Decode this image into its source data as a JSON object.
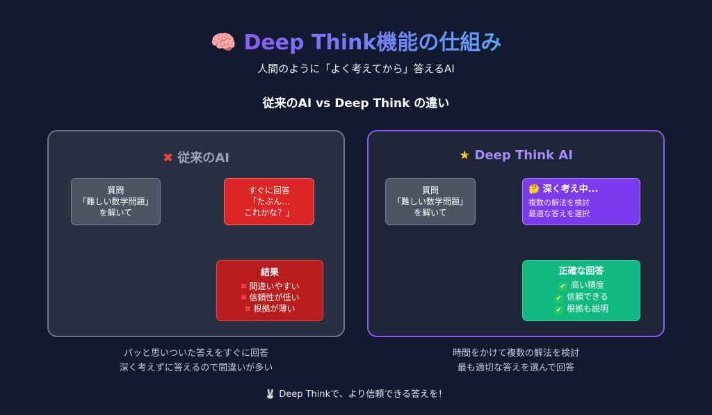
{
  "header": {
    "title_icon": "brain-icon",
    "title": "Deep Think機能の仕組み",
    "subtitle": "人間のように「よく考えてから」答えるAI",
    "section_title": "従来のAI vs Deep Think の違い"
  },
  "left_panel": {
    "icon": "cross-icon",
    "title": "従来のAI",
    "question": [
      "質問",
      "「難しい数学問題」",
      "を解いて"
    ],
    "quick_answer": [
      "すぐに回答",
      "「たぶん...",
      "これかな？」"
    ],
    "result": {
      "title": "結果",
      "items": [
        "間違いやすい",
        "信頼性が低い",
        "根拠が薄い"
      ]
    },
    "caption": [
      "パッと思いついた答えをすぐに回答",
      "深く考えずに答えるので間違いが多い"
    ]
  },
  "right_panel": {
    "icon": "star-icon",
    "title": "Deep Think AI",
    "question": [
      "質問",
      "「難しい数学問題」",
      "を解いて"
    ],
    "thinking": {
      "icon": "thinking-face-icon",
      "title": "深く考え中...",
      "lines": [
        "複数の解法を検討",
        "最適な答えを選択"
      ]
    },
    "answer": {
      "title": "正確な回答",
      "items": [
        "高い精度",
        "信頼できる",
        "根拠も説明"
      ]
    },
    "caption": [
      "時間をかけて複数の解法を検討",
      "最も適切な答えを選んで回答"
    ]
  },
  "footer": {
    "icon": "rabbit-icon",
    "text": "Deep Thinkで、より信頼できる答えを！"
  },
  "colors": {
    "background": "#111a2e",
    "accent_purple": "#8b5cf6",
    "accent_blue": "#60a5fa",
    "red": "#dc2626",
    "green": "#10b981",
    "grey": "#4b5563"
  }
}
